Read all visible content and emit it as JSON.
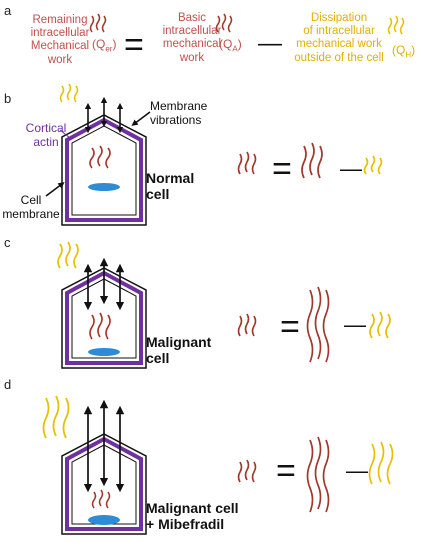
{
  "panels": {
    "a": "a",
    "b": "b",
    "c": "c",
    "d": "d"
  },
  "equation_header": {
    "remaining": "Remaining intracellular Mechanical work",
    "remaining_lines": [
      "Remaining",
      "intracellular",
      "Mechanical",
      "work"
    ],
    "q_er": "(Q",
    "q_er_sub": "er",
    "basic_lines": [
      "Basic",
      "intracellular",
      "mechanical",
      "work"
    ],
    "q_a": "(Q",
    "q_a_sub": "A",
    "dissipation_lines": [
      "Dissipation",
      "of intracellular",
      "mechanical work",
      "outside of the cell"
    ],
    "q_h": "(Q",
    "q_h_sub": "H",
    "equals": "=",
    "minus": "—"
  },
  "labels": {
    "membrane_vibrations": [
      "Membrane",
      "vibrations"
    ],
    "cortical_actin": [
      "Cortical",
      "actin"
    ],
    "cell_membrane": [
      "Cell",
      "membrane"
    ],
    "normal_cell": [
      "Normal",
      "cell"
    ],
    "malignant_cell": [
      "Malignant",
      "cell"
    ],
    "malignant_mibefradil": [
      "Malignant cell",
      "+ Mibefradil"
    ]
  },
  "colors": {
    "red_text": "#c0504d",
    "wave_brown": "#a0392b",
    "wave_gold": "#e8c000",
    "actin_purple": "#7030a0",
    "nucleus_blue": "#2e8bd6"
  }
}
